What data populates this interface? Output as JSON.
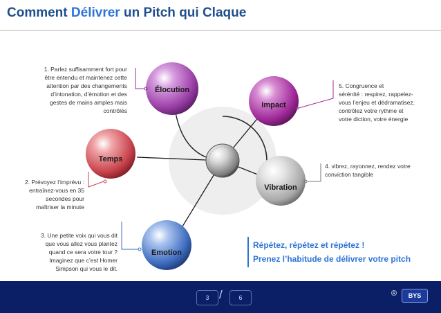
{
  "title": {
    "part1": "Comment ",
    "highlight": "Délivrer",
    "part2": " un Pitch qui Claque"
  },
  "spheres": [
    {
      "label": "Élocution",
      "color": "#9b3fa8"
    },
    {
      "label": "Impact",
      "color": "#a02a9a"
    },
    {
      "label": "Temps",
      "color": "#c9444d"
    },
    {
      "label": "Vibration",
      "color": "#9a9a9a"
    },
    {
      "label": "Emotion",
      "color": "#3f6dc0"
    }
  ],
  "notes": {
    "elocution": [
      "1. Parlez suffisamment fort pour",
      "être entendu et maintenez cette",
      "attention par des changements",
      "d’intonation, d’émotion et des",
      "gestes de mains amples mais",
      "contrôlés"
    ],
    "impact": [
      "5. Congruence et",
      "sérénité : respirez, rappelez-",
      "vous l’enjeu et dédramatisez.",
      "contrôlez votre rythme et",
      "votre diction, votre énergie"
    ],
    "vibration": [
      "4. vibrez, rayonnez, rendez votre",
      "conviction tangible"
    ],
    "temps": [
      "2. Prévoyez l’imprévu :",
      "entraînez-vous en 35",
      "secondes pour",
      "maîtriser la minute"
    ],
    "emotion": [
      "3. Une petite voix qui vous dit",
      "que vous allez vous plantez",
      "quand ce sera votre tour ?",
      "Imaginez que c’est Homer",
      "Simpson qui vous le dit."
    ]
  },
  "cta": {
    "line1": "Répétez, répétez et répétez !",
    "line2": "Prenez l’habitude de délivrer votre pitch"
  },
  "footer": {
    "current_page": "3",
    "total_pages": "6",
    "registered": "®",
    "logo_text": "BYS"
  }
}
